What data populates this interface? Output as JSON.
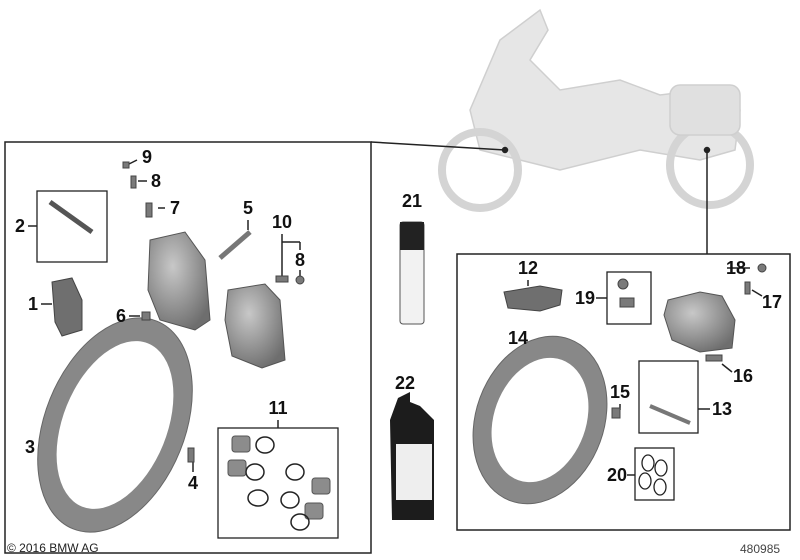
{
  "diagram": {
    "labels": [
      "1",
      "2",
      "3",
      "4",
      "5",
      "6",
      "7",
      "8",
      "8",
      "9",
      "10",
      "11",
      "12",
      "13",
      "14",
      "15",
      "16",
      "17",
      "18",
      "19",
      "20",
      "21",
      "22"
    ],
    "copyright": "© 2016 BMW AG",
    "image_number": "480985"
  },
  "colors": {
    "part_gray": "#8a8a8a",
    "bike_ghost": "#e2e2e2",
    "line": "#222222"
  }
}
